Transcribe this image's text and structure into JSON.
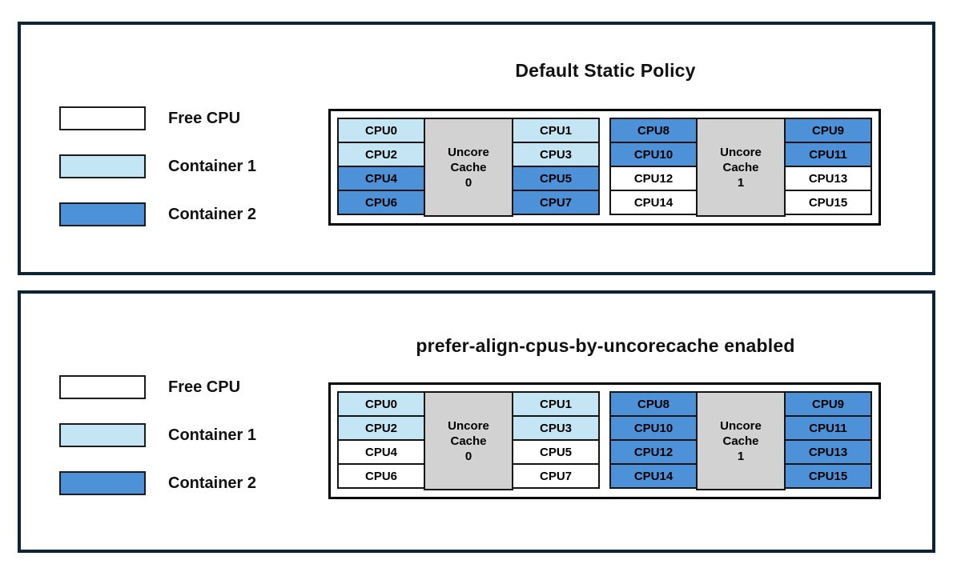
{
  "colors": {
    "free": "#ffffff",
    "container1": "#c4e5f4",
    "container2": "#4d91d9",
    "cache": "#d2d2d2",
    "panel_border": "#0c2433"
  },
  "legend": {
    "items": [
      {
        "label": "Free CPU",
        "role": "free"
      },
      {
        "label": "Container 1",
        "role": "container1"
      },
      {
        "label": "Container 2",
        "role": "container2"
      }
    ]
  },
  "panels": [
    {
      "title": "Default Static Policy",
      "groups": [
        {
          "cache_lines": [
            "Uncore",
            "Cache",
            "0"
          ],
          "left": [
            {
              "label": "CPU0",
              "role": "container1"
            },
            {
              "label": "CPU2",
              "role": "container1"
            },
            {
              "label": "CPU4",
              "role": "container2"
            },
            {
              "label": "CPU6",
              "role": "container2"
            }
          ],
          "right": [
            {
              "label": "CPU1",
              "role": "container1"
            },
            {
              "label": "CPU3",
              "role": "container1"
            },
            {
              "label": "CPU5",
              "role": "container2"
            },
            {
              "label": "CPU7",
              "role": "container2"
            }
          ]
        },
        {
          "cache_lines": [
            "Uncore",
            "Cache",
            "1"
          ],
          "left": [
            {
              "label": "CPU8",
              "role": "container2"
            },
            {
              "label": "CPU10",
              "role": "container2"
            },
            {
              "label": "CPU12",
              "role": "free"
            },
            {
              "label": "CPU14",
              "role": "free"
            }
          ],
          "right": [
            {
              "label": "CPU9",
              "role": "container2"
            },
            {
              "label": "CPU11",
              "role": "container2"
            },
            {
              "label": "CPU13",
              "role": "free"
            },
            {
              "label": "CPU15",
              "role": "free"
            }
          ]
        }
      ]
    },
    {
      "title": "prefer-align-cpus-by-uncorecache enabled",
      "groups": [
        {
          "cache_lines": [
            "Uncore",
            "Cache",
            "0"
          ],
          "left": [
            {
              "label": "CPU0",
              "role": "container1"
            },
            {
              "label": "CPU2",
              "role": "container1"
            },
            {
              "label": "CPU4",
              "role": "free"
            },
            {
              "label": "CPU6",
              "role": "free"
            }
          ],
          "right": [
            {
              "label": "CPU1",
              "role": "container1"
            },
            {
              "label": "CPU3",
              "role": "container1"
            },
            {
              "label": "CPU5",
              "role": "free"
            },
            {
              "label": "CPU7",
              "role": "free"
            }
          ]
        },
        {
          "cache_lines": [
            "Uncore",
            "Cache",
            "1"
          ],
          "left": [
            {
              "label": "CPU8",
              "role": "container2"
            },
            {
              "label": "CPU10",
              "role": "container2"
            },
            {
              "label": "CPU12",
              "role": "container2"
            },
            {
              "label": "CPU14",
              "role": "container2"
            }
          ],
          "right": [
            {
              "label": "CPU9",
              "role": "container2"
            },
            {
              "label": "CPU11",
              "role": "container2"
            },
            {
              "label": "CPU13",
              "role": "container2"
            },
            {
              "label": "CPU15",
              "role": "container2"
            }
          ]
        }
      ]
    }
  ]
}
